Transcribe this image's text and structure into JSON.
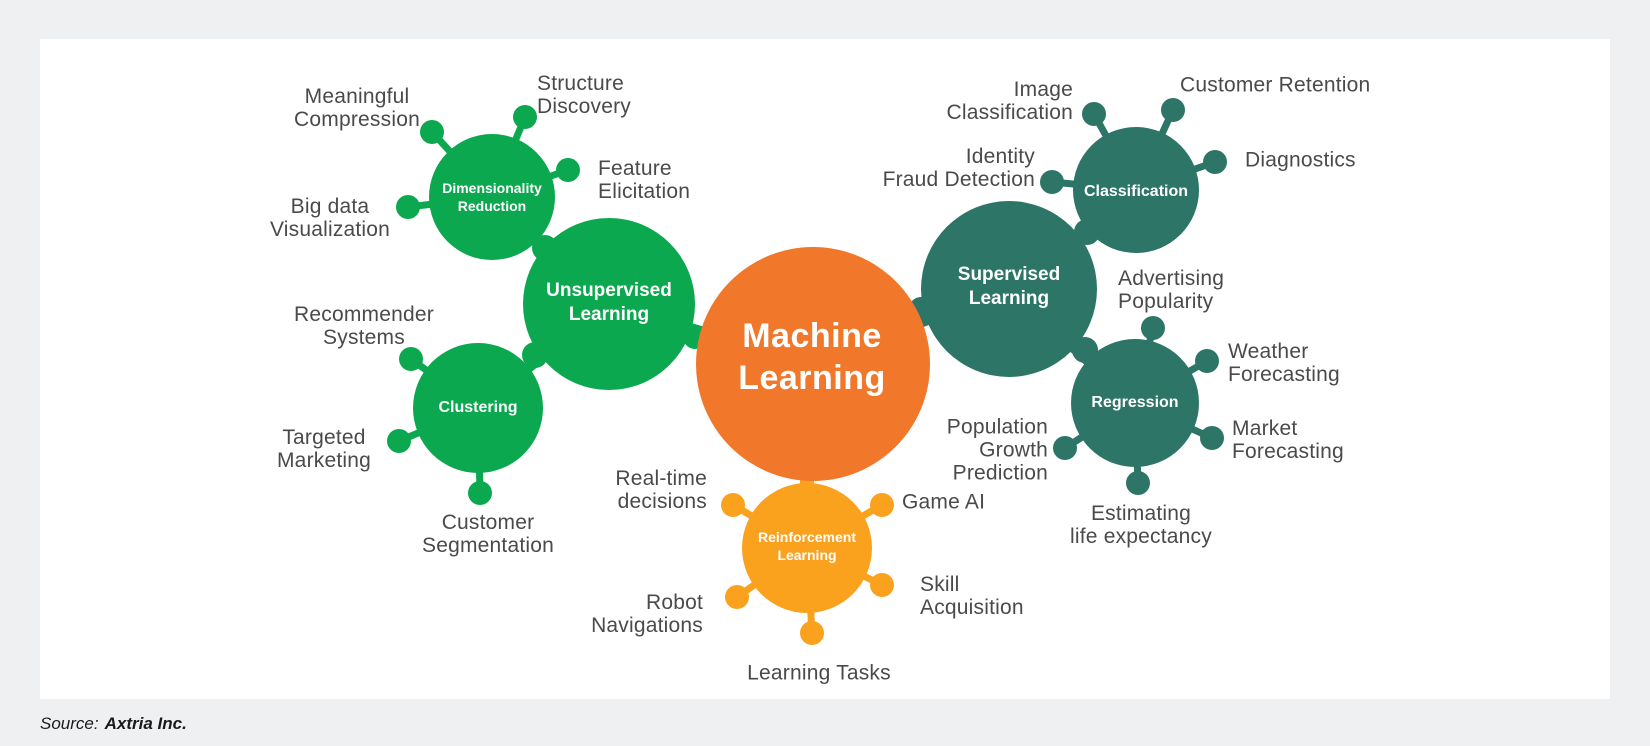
{
  "colors": {
    "background": "#eff0f2",
    "surface": "#ffffff",
    "orange": "#f1772a",
    "green": "#0ca84f",
    "teal": "#2d7566",
    "amber": "#faa21e",
    "label_text": "#4a4a4a"
  },
  "nodes": {
    "machine_learning": "Machine\nLearning",
    "unsupervised_learning": "Unsupervised\nLearning",
    "supervised_learning": "Supervised\nLearning",
    "reinforcement_learning": "Reinforcement\nLearning",
    "dimensionality_reduction": "Dimensionality\nReduction",
    "clustering": "Clustering",
    "classification": "Classification",
    "regression": "Regression"
  },
  "leaves": {
    "meaningful_compression": "Meaningful\nCompression",
    "structure_discovery": "Structure\nDiscovery",
    "feature_elicitation": "Feature\nElicitation",
    "big_data_visualization": "Big data\nVisualization",
    "recommender_systems": "Recommender\nSystems",
    "targeted_marketing": "Targeted\nMarketing",
    "customer_segmentation": "Customer\nSegmentation",
    "image_classification": "Image\nClassification",
    "customer_retention": "Customer Retention",
    "diagnostics": "Diagnostics",
    "identity_fraud_detection": "Identity\nFraud Detection",
    "advertising_popularity": "Advertising\nPopularity",
    "weather_forecasting": "Weather\nForecasting",
    "market_forecasting": "Market\nForecasting",
    "population_growth_prediction": "Population\nGrowth\nPrediction",
    "estimating_life_expectancy": "Estimating\nlife expectancy",
    "real_time_decisions": "Real-time\ndecisions",
    "game_ai": "Game AI",
    "robot_navigations": "Robot\nNavigations",
    "skill_acquisition": "Skill\nAcquisition",
    "learning_tasks": "Learning Tasks"
  },
  "source": {
    "prefix": "Source:",
    "name": "Axtria Inc."
  }
}
